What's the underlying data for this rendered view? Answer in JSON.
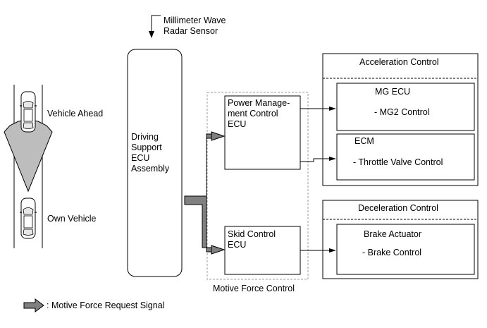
{
  "sensor_label": [
    "Millimeter Wave",
    "Radar Sensor"
  ],
  "vehicle_ahead_label": "Vehicle Ahead",
  "own_vehicle_label": "Own Vehicle",
  "driving_support_ecu": [
    "Driving",
    "Support",
    "ECU",
    "Assembly"
  ],
  "power_management_ecu": [
    "Power Manage-",
    "ment Control",
    "ECU"
  ],
  "skid_control_ecu": [
    "Skid Control",
    "ECU"
  ],
  "motive_force_control_label": "Motive Force Control",
  "acceleration_control": {
    "title": "Acceleration Control",
    "mg_ecu": {
      "name": "MG ECU",
      "function": "- MG2 Control"
    },
    "ecm": {
      "name": "ECM",
      "function": "- Throttle Valve Control"
    }
  },
  "deceleration_control": {
    "title": "Deceleration Control",
    "brake_actuator": {
      "name": "Brake Actuator",
      "function": "- Brake Control"
    }
  },
  "legend": {
    "label": ": Motive Force Request Signal"
  }
}
